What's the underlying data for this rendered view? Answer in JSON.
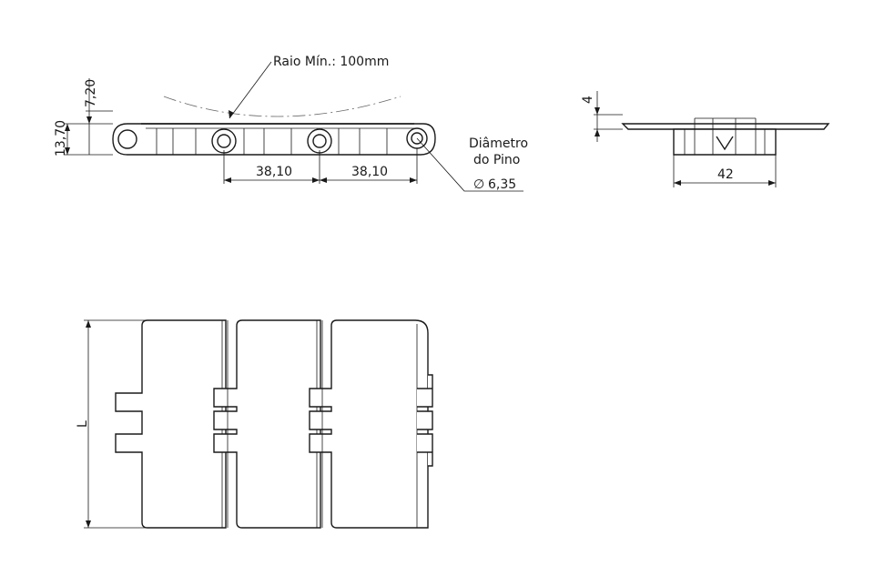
{
  "labels": {
    "raio": "Raio Mín.: 100mm",
    "dim_720": "7,20",
    "dim_1370": "13,70",
    "pitch_1": "38,10",
    "pitch_2": "38,10",
    "diametro_l1": "Diâmetro",
    "diametro_l2": "do Pino",
    "diametro_value": "6,35",
    "diametro_symbol": "∅",
    "dim_4": "4",
    "dim_42": "42",
    "dim_L": "L"
  }
}
